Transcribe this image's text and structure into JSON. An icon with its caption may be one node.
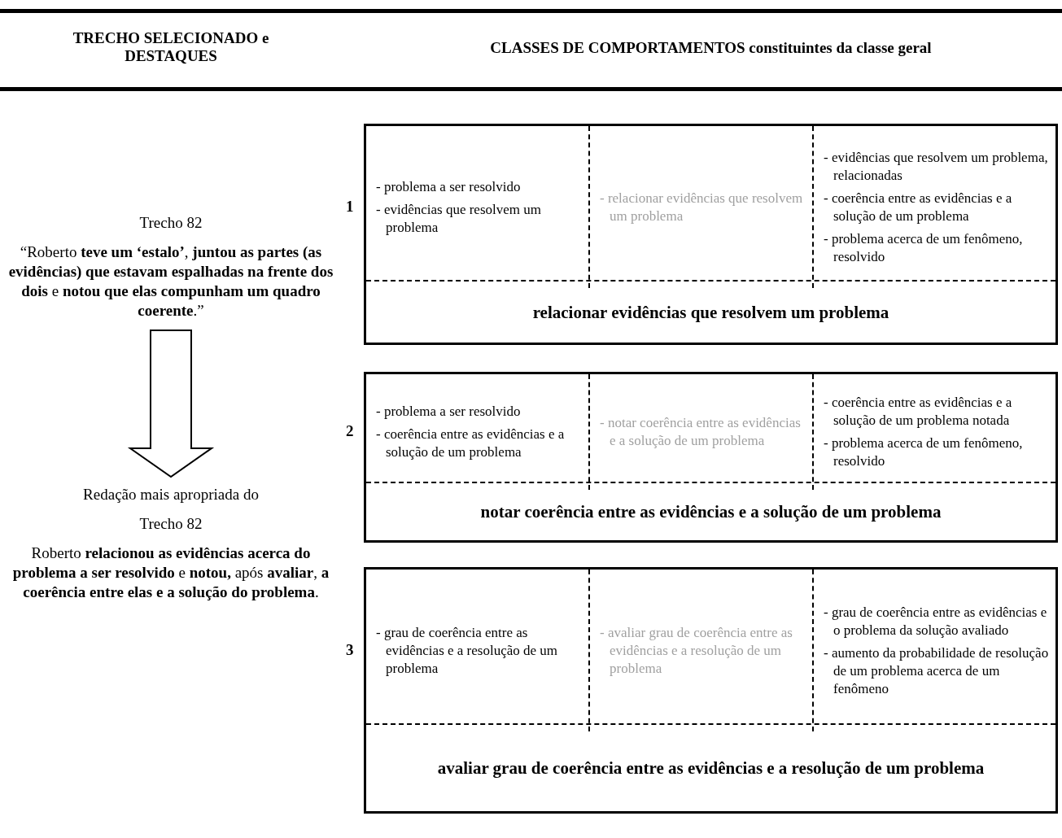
{
  "diagram": {
    "nodes": [
      {
        "text": [
          "Trecho 82",
          "“Roberto **teve um ‘estalo’**, **juntou as partes (as evidências) que estavam espalhadas na frente dos dois** e **notou que elas compunham um quadro coerente**.”"
        ]
      },
      {
        "text": [
          "Redação mais apropriada do",
          "Trecho 82",
          "Roberto **relacionou as evidências acerca do problema a ser resolvido** e **notou,** após **avaliar**, **a coerência entre elas e a solução do problema**."
        ]
      },
      {
        "text": [
          "relacionar evidências que resolvem um problema"
        ],
        "beside": [
          "1"
        ]
      },
      {
        "text": [
          "- problema a ser resolvido",
          "- evidências que resolvem um problema"
        ],
        "in": 2
      },
      {
        "text": [
          "- relacionar evidências que resolvem um problema"
        ],
        "in": 2
      },
      {
        "text": [
          "- evidências que resolvem um problema, relacionadas",
          "- coerência entre as evidências e a solução de um problema",
          "- problema acerca de um fenômeno, resolvido"
        ],
        "in": 2
      },
      {
        "text": [
          "notar coerência entre as evidências e a solução de um problema"
        ],
        "beside": [
          "2"
        ]
      },
      {
        "text": [
          "- problema a ser resolvido",
          "- coerência entre as evidências e a solução de um problema"
        ],
        "in": 6
      },
      {
        "text": [
          "- notar coerência entre as evidências e a solução de um problema"
        ],
        "in": 6
      },
      {
        "text": [
          "- coerência entre as evidências e a solução de um problema notada",
          "- problema acerca de um fenômeno, resolvido"
        ],
        "in": 6
      },
      {
        "text": [
          "avaliar grau de coerência entre as evidências e a resolução de um problema"
        ],
        "beside": [
          "3"
        ]
      },
      {
        "text": [
          "- grau de coerência entre as evidências e a resolução de um problema"
        ],
        "in": 10
      },
      {
        "text": [
          "- avaliar grau de coerência entre as evidências e a resolução de um problema"
        ],
        "in": 10
      },
      {
        "text": [
          "- grau de coerência entre as evidências e o problema da solução avaliado",
          "- aumento da probabilidade de resolução de um problema acerca de um fenômeno"
        ],
        "in": 10
      }
    ],
    "edges": [
      {
        "from": 0,
        "to": 1,
        "arrow": "to"
      }
    ],
    "labels": [
      "TRECHO SELECIONADO e DESTAQUES",
      "CLASSES DE COMPORTAMENTOS constituintes da classe geral"
    ]
  }
}
